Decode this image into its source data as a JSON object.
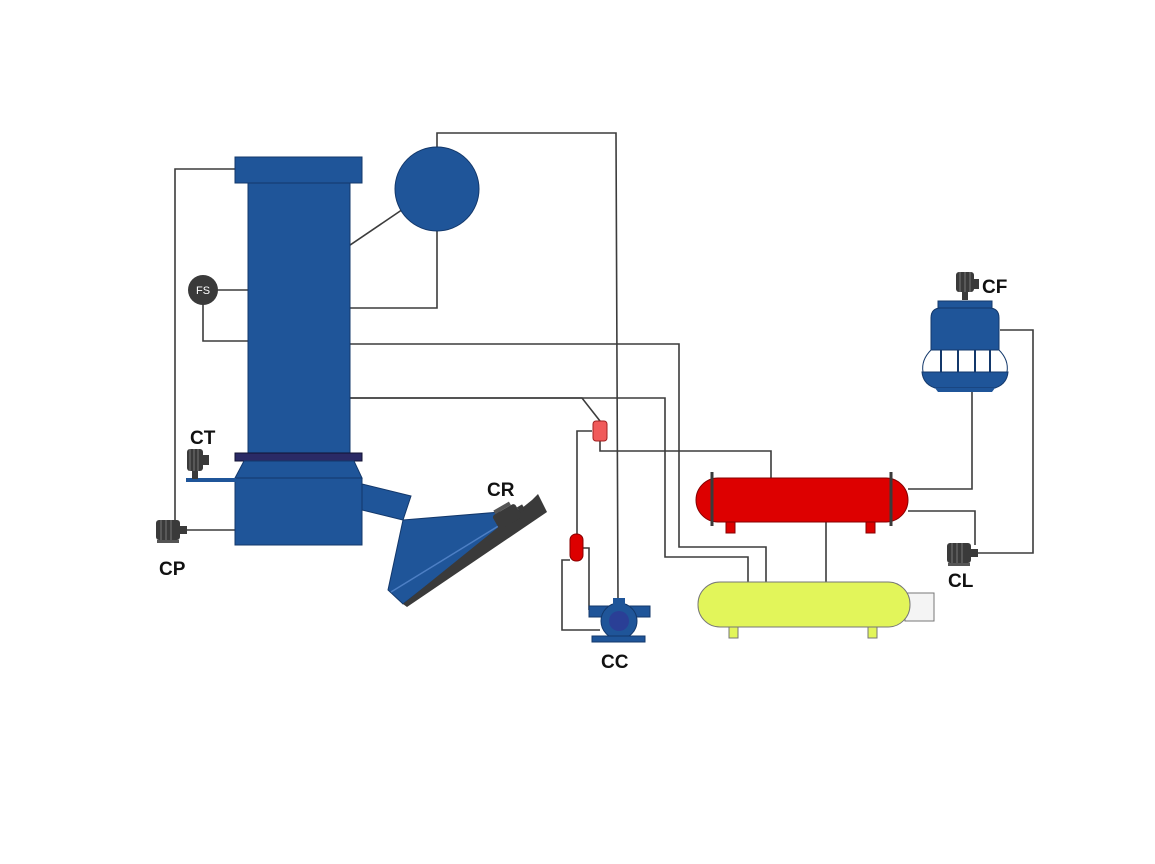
{
  "labels": {
    "ct": "CT",
    "cp": "CP",
    "cr": "CR",
    "cc": "CC",
    "cf": "CF",
    "cl": "CL",
    "fs": "FS"
  },
  "colors": {
    "blue": "#1f5599",
    "navy": "#2a2a66",
    "red": "#dd0000",
    "salmon": "#f05a5a",
    "yellow": "#e2f55a",
    "motor": "#3a3a3a",
    "pipe": "#3c3c3c"
  },
  "icons": {
    "motor": "motor-icon",
    "pump": "pump-icon",
    "sensor": "flow-sensor-icon"
  }
}
